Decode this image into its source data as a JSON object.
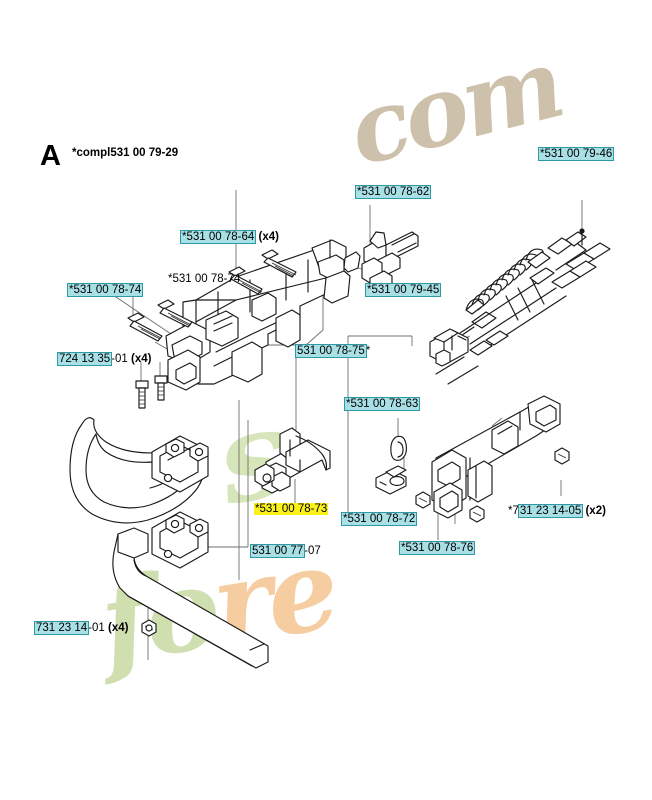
{
  "diagram": {
    "plate_letter": "A",
    "compl_prefix": "*compl",
    "compl_number": "531 00 79-29",
    "watermark_top": "com",
    "watermark_mid": "s",
    "watermark_bottom_green": "fo",
    "watermark_bottom_orange": "re"
  },
  "labels": {
    "l_78_62": {
      "prefix": "*",
      "number": "531 00 78-62",
      "suffix": "",
      "mult": ""
    },
    "l_79_46": {
      "prefix": "*",
      "number": "531 00 79-46",
      "suffix": "",
      "mult": ""
    },
    "l_78_64": {
      "prefix": "*",
      "number": "531 00 78-64",
      "suffix": "",
      "mult": "(x4)"
    },
    "l_78_74p": {
      "prefix": "*",
      "number": "531 00 78-74",
      "suffix": "",
      "mult": ""
    },
    "l_78_74h": {
      "prefix": "*",
      "number": "531 00 78-74",
      "suffix": "",
      "mult": ""
    },
    "l_79_45": {
      "prefix": "*",
      "number": "531 00 79-45",
      "suffix": "",
      "mult": ""
    },
    "l_724": {
      "prefix": "",
      "number": "724 13 35",
      "suffix": "-01",
      "mult": "(x4)"
    },
    "l_78_75": {
      "prefix": "",
      "number": "531 00 78-75",
      "suffix": "*",
      "mult": ""
    },
    "l_78_63": {
      "prefix": "*",
      "number": "531 00 78-63",
      "suffix": "",
      "mult": ""
    },
    "l_78_73": {
      "prefix": "*",
      "number": "531 00 78-73",
      "suffix": "",
      "mult": ""
    },
    "l_78_72": {
      "prefix": "*",
      "number": "531 00 78-72",
      "suffix": "",
      "mult": ""
    },
    "l_78_76": {
      "prefix": "*",
      "number": "531 00 78-76",
      "suffix": "",
      "mult": ""
    },
    "l_77_07": {
      "prefix": "",
      "number": "531 00 77",
      "suffix": "-07",
      "mult": ""
    },
    "l_731_05": {
      "prefix": "*7",
      "number": "31 23 14-05",
      "suffix": "",
      "mult": "(x2)"
    },
    "l_731_01": {
      "prefix": "",
      "number": "731 23 14",
      "suffix": "-01",
      "mult": "(x4)"
    }
  },
  "colors": {
    "highlight_teal": "#a9e0e6",
    "highlight_teal_border": "#2e9aa6",
    "highlight_yellow": "#fbf21a",
    "line": "#6f6f6f",
    "ink": "#1a1a1a",
    "watermark_tan": "#cdc1ac",
    "watermark_green": "#cfdfb0",
    "watermark_orange": "#f6cda0"
  }
}
